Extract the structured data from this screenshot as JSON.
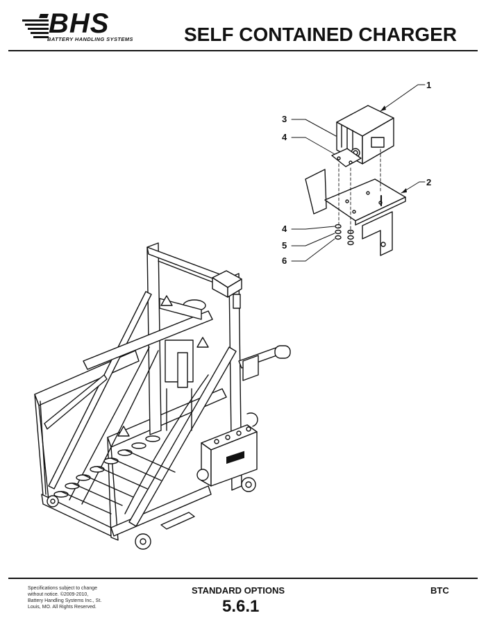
{
  "header": {
    "logo_text": "BHS",
    "logo_subtitle": "BATTERY HANDLING SYSTEMS",
    "title": "SELF CONTAINED CHARGER"
  },
  "callouts": [
    "1",
    "2",
    "3",
    "4",
    "4",
    "5",
    "6"
  ],
  "footer": {
    "disclaimer_lines": [
      "Specifications subject to change",
      "without notice. ©2009-2010,",
      "Battery Handling Systems Inc., St.",
      "Louis, MO. All Rights Reserved."
    ],
    "section_name": "STANDARD OPTIONS",
    "section_number": "5.6.1",
    "model_code": "BTC"
  },
  "colors": {
    "ink": "#111111",
    "paper": "#ffffff"
  }
}
